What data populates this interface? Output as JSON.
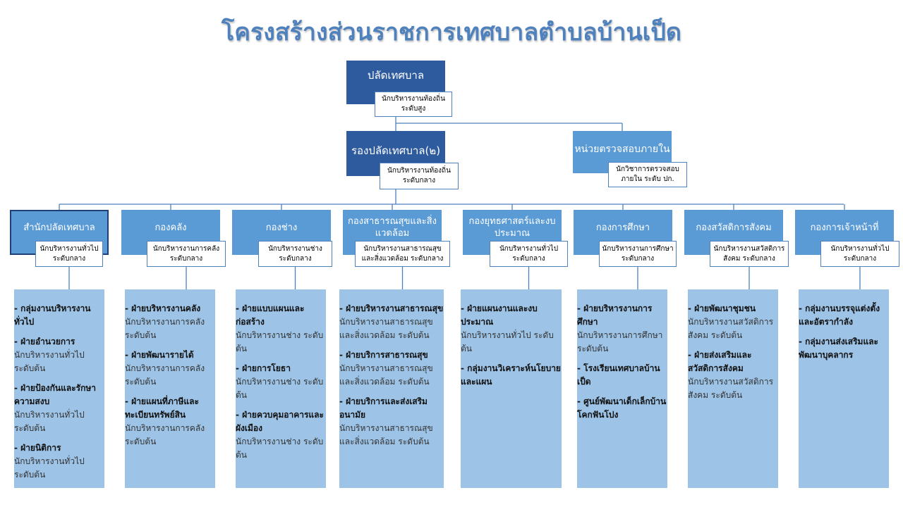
{
  "title": "โครงสร้างส่วนราชการเทศบาลตำบลบ้านเป็ด",
  "top": {
    "name": "ปลัดเทศบาล",
    "tag1": "นักบริหารงานท้องถิ่น",
    "tag2": "ระดับสูง"
  },
  "deputy": {
    "name": "รองปลัดเทศบาล(๒)",
    "tag1": "นักบริหารงานท้องถิ่น",
    "tag2": "ระดับกลาง"
  },
  "audit": {
    "name": "หน่วยตรวจสอบภายใน",
    "tag1": "นักวิชาการตรวจสอบ",
    "tag2": "ภายใน ระดับ ปก."
  },
  "departments": [
    {
      "name": "สำนักปลัดเทศบาล",
      "tag1": "นักบริหารงานทั่วไป",
      "tag2": "ระดับกลาง",
      "items": [
        {
          "h": "- กลุ่มงานบริหารงานทั่วไป",
          "s": ""
        },
        {
          "h": "- ฝ่ายอำนวยการ",
          "s": "นักบริหารงานทั่วไป ระดับต้น"
        },
        {
          "h": "- ฝ่ายป้องกันและรักษาความสงบ",
          "s": "นักบริหารงานทั่วไป ระดับต้น"
        },
        {
          "h": "- ฝ่ายนิติการ",
          "s": "นักบริหารงานทั่วไป ระดับต้น"
        }
      ]
    },
    {
      "name": "กองคลัง",
      "tag1": "นักบริหารงานการคลัง",
      "tag2": "ระดับกลาง",
      "items": [
        {
          "h": "- ฝ่ายบริหารงานคลัง",
          "s": "นักบริหารงานการคลัง ระดับต้น"
        },
        {
          "h": "- ฝ่ายพัฒนารายได้",
          "s": "นักบริหารงานการคลัง ระดับต้น"
        },
        {
          "h": "- ฝ่ายแผนที่ภาษีและทะเบียนทรัพย์สิน",
          "s": "นักบริหารงานการคลัง ระดับต้น"
        }
      ]
    },
    {
      "name": "กองช่าง",
      "tag1": "นักบริหารงานช่าง",
      "tag2": "ระดับกลาง",
      "items": [
        {
          "h": "- ฝ่ายแบบแผนและก่อสร้าง",
          "s": "นักบริหารงานช่าง ระดับต้น"
        },
        {
          "h": "- ฝ่ายการโยธา",
          "s": "นักบริหารงานช่าง ระดับต้น"
        },
        {
          "h": "- ฝ่ายควบคุมอาคารและผังเมือง",
          "s": "นักบริหารงานช่าง ระดับต้น"
        }
      ]
    },
    {
      "name": "กองสาธารณสุขและสิ่งแวดล้อม",
      "tag1": "นักบริหารงานสาธารณสุข",
      "tag2": "และสิ่งแวดล้อม ระดับกลาง",
      "items": [
        {
          "h": "- ฝ่ายบริหารงานสาธารณสุข",
          "s": "นักบริหารงานสาธารณสุขและสิ่งแวดล้อม ระดับต้น"
        },
        {
          "h": "- ฝ่ายบริการสาธารณสุข",
          "s": "นักบริหารงานสาธารณสุขและสิ่งแวดล้อม ระดับต้น"
        },
        {
          "h": "- ฝ่ายบริการและส่งเสริมอนามัย",
          "s": "นักบริหารงานสาธารณสุขและสิ่งแวดล้อม ระดับต้น"
        }
      ]
    },
    {
      "name": "กองยุทธศาสตร์และงบประมาณ",
      "tag1": "นักบริหารงานทั่วไป",
      "tag2": "ระดับกลาง",
      "items": [
        {
          "h": "- ฝ่ายแผนงานและงบประมาณ",
          "s": "นักบริหารงานทั่วไป ระดับต้น"
        },
        {
          "h": "- กลุ่มงานวิเคราะห์นโยบายและแผน",
          "s": ""
        }
      ]
    },
    {
      "name": "กองการศึกษา",
      "tag1": "นักบริหารงานการศึกษา",
      "tag2": "ระดับกลาง",
      "items": [
        {
          "h": "- ฝ่ายบริหารงานการศึกษา",
          "s": "นักบริหารงานการศึกษา ระดับต้น"
        },
        {
          "h": "- โรงเรียนเทศบาลบ้านเป็ด",
          "s": ""
        },
        {
          "h": "- ศูนย์พัฒนาเด็กเล็กบ้านโคกฟันโปง",
          "s": ""
        }
      ]
    },
    {
      "name": "กองสวัสดิการสังคม",
      "tag1": "นักบริหารงานสวัสดิการ",
      "tag2": "สังคม ระดับกลาง",
      "items": [
        {
          "h": "- ฝ่ายพัฒนาชุมชน",
          "s": "นักบริหารงานสวัสดิการสังคม ระดับต้น"
        },
        {
          "h": "- ฝ่ายส่งเสริมและสวัสดิการสังคม",
          "s": "นักบริหารงานสวัสดิการสังคม ระดับต้น"
        }
      ]
    },
    {
      "name": "กองการเจ้าหน้าที่",
      "tag1": "นักบริหารงานทั่วไป",
      "tag2": "ระดับกลาง",
      "items": [
        {
          "h": "- กลุ่มงานบรรจุแต่งตั้งและอัตรากำลัง",
          "s": ""
        },
        {
          "h": "- กลุ่มงานส่งเสริมและพัฒนาบุคลากร",
          "s": ""
        }
      ]
    }
  ]
}
